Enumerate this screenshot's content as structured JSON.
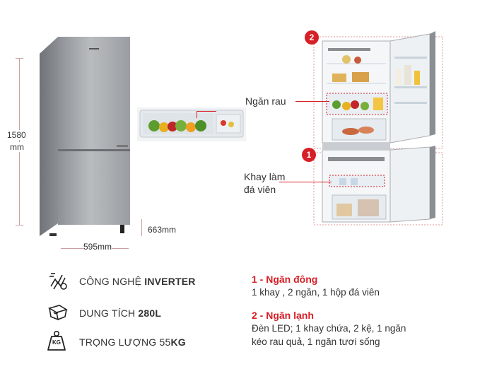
{
  "dimensions": {
    "height_value": "1580",
    "height_unit": "mm",
    "width": "595mm",
    "depth": "663mm"
  },
  "callouts": {
    "badge_2": "2",
    "badge_1": "1",
    "crisper": "Ngăn rau",
    "ice_tray_line1": "Khay làm",
    "ice_tray_line2": "đá viên"
  },
  "features": [
    {
      "icon": "inverter-icon",
      "prefix": "CÔNG NGHỆ ",
      "bold": "INVERTER",
      "suffix": ""
    },
    {
      "icon": "capacity-icon",
      "prefix": "DUNG TÍCH ",
      "bold": "280L",
      "suffix": ""
    },
    {
      "icon": "weight-icon",
      "prefix": "TRỌNG LƯỢNG 55",
      "bold": "KG",
      "suffix": "",
      "icon_label": "KG"
    }
  ],
  "sections": [
    {
      "title": "1 - Ngăn đông",
      "body": [
        "1 khay , 2 ngăn, 1 hộp đá viên"
      ]
    },
    {
      "title": "2 - Ngăn lạnh",
      "body": [
        "Đèn LED; 1 khay chứa, 2 kệ, 1 ngăn",
        "kéo rau quả, 1 ngăn tươi sống"
      ]
    }
  ],
  "colors": {
    "accent": "#d61f26",
    "steel": "#9a9ea3"
  }
}
